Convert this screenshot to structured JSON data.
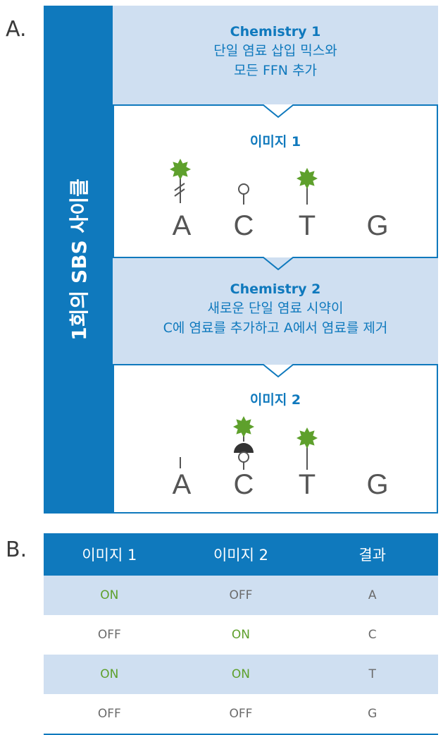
{
  "labels": {
    "panel_a": "A.",
    "panel_b": "B."
  },
  "side_title": "1회의 SBS 사이클",
  "step1": {
    "chem_title": "Chemistry 1",
    "chem_lines": [
      "단일 염료 삽입 믹스와",
      "모든 FFN 추가"
    ],
    "image_title": "이미지 1"
  },
  "step2": {
    "chem_title": "Chemistry 2",
    "chem_lines": [
      "새로운 단일 염료 시약이",
      "C에 염료를 추가하고 A에서 염료를 제거"
    ],
    "image_title": "이미지 2"
  },
  "bases": [
    "A",
    "C",
    "T",
    "G"
  ],
  "colors": {
    "brand_blue": "#0f79bd",
    "light_blue": "#cfdff1",
    "dye_green": "#5ea02c",
    "text_gray": "#6b6b6b"
  },
  "table": {
    "headers": [
      "이미지 1",
      "이미지 2",
      "결과"
    ],
    "rows": [
      [
        "ON",
        "OFF",
        "A"
      ],
      [
        "OFF",
        "ON",
        "C"
      ],
      [
        "ON",
        "ON",
        "T"
      ],
      [
        "OFF",
        "OFF",
        "G"
      ]
    ]
  }
}
